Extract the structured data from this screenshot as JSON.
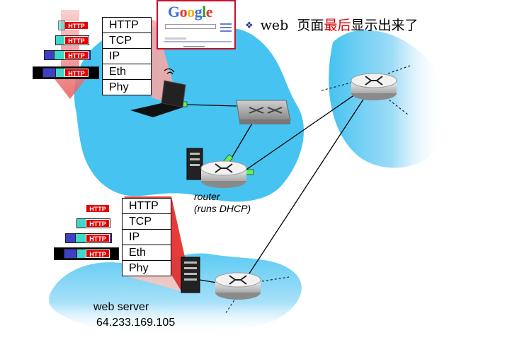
{
  "caption": {
    "prefix": "web",
    "mid1": "页面",
    "highlight": "最后",
    "mid2": "显示出来了"
  },
  "client_stack": [
    "HTTP",
    "TCP",
    "IP",
    "Eth",
    "Phy"
  ],
  "server_stack": [
    "HTTP",
    "TCP",
    "IP",
    "Eth",
    "Phy"
  ],
  "packet_label": "HTTP",
  "router_label": {
    "line1": "router",
    "line2": "(runs DHCP)"
  },
  "web_server": {
    "name": "web server",
    "ip": "64.233.169.105"
  },
  "browser_logo": "Google",
  "colors": {
    "cloud": "#46c3f0",
    "highlight": "#d40000",
    "http": "#e20000",
    "arrow": "#f08a8a"
  }
}
